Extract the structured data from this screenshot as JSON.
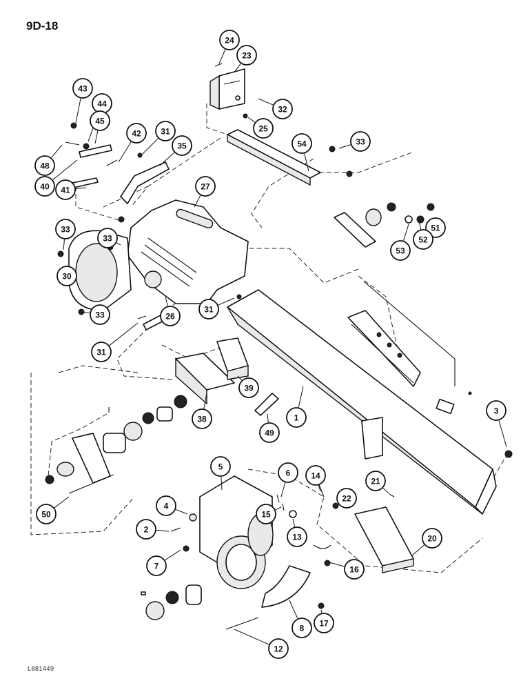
{
  "header": {
    "page_code": "9D-18"
  },
  "footer": {
    "drawing_id": "L881449"
  },
  "callouts": [
    {
      "label": "24"
    },
    {
      "label": "23"
    },
    {
      "label": "32"
    },
    {
      "label": "25"
    },
    {
      "label": "43"
    },
    {
      "label": "44"
    },
    {
      "label": "45"
    },
    {
      "label": "42"
    },
    {
      "label": "31"
    },
    {
      "label": "35"
    },
    {
      "label": "48"
    },
    {
      "label": "40"
    },
    {
      "label": "41"
    },
    {
      "label": "54"
    },
    {
      "label": "33"
    },
    {
      "label": "27"
    },
    {
      "label": "33"
    },
    {
      "label": "33"
    },
    {
      "label": "51"
    },
    {
      "label": "52"
    },
    {
      "label": "53"
    },
    {
      "label": "30"
    },
    {
      "label": "33"
    },
    {
      "label": "26"
    },
    {
      "label": "31"
    },
    {
      "label": "31"
    },
    {
      "label": "39"
    },
    {
      "label": "38"
    },
    {
      "label": "49"
    },
    {
      "label": "1"
    },
    {
      "label": "3"
    },
    {
      "label": "50"
    },
    {
      "label": "5"
    },
    {
      "label": "6"
    },
    {
      "label": "14"
    },
    {
      "label": "21"
    },
    {
      "label": "4"
    },
    {
      "label": "15"
    },
    {
      "label": "22"
    },
    {
      "label": "2"
    },
    {
      "label": "13"
    },
    {
      "label": "20"
    },
    {
      "label": "7"
    },
    {
      "label": "16"
    },
    {
      "label": "17"
    },
    {
      "label": "8"
    },
    {
      "label": "12"
    }
  ]
}
